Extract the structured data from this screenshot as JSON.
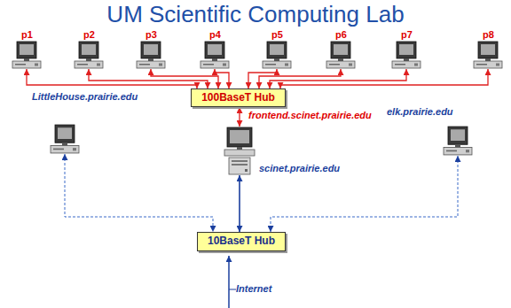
{
  "diagram": {
    "title": "UM Scientific Computing Lab",
    "nodes": [
      {
        "text": [
          "p1"
        ]
      },
      {
        "text": [
          "p2"
        ]
      },
      {
        "text": [
          "p3"
        ]
      },
      {
        "text": [
          "p4"
        ]
      },
      {
        "text": [
          "p5"
        ]
      },
      {
        "text": [
          "p6"
        ]
      },
      {
        "text": [
          "p7"
        ]
      },
      {
        "text": [
          "p8"
        ]
      },
      {
        "text": [
          "100BaseT Hub"
        ]
      },
      {
        "text": [
          "LittleHouse.prairie.edu"
        ]
      },
      {
        "text": [
          "scinet.prairie.edu"
        ]
      },
      {
        "text": [
          "elk.prairie.edu"
        ]
      },
      {
        "text": [
          "10BaseT Hub"
        ]
      }
    ],
    "edges": [
      {
        "from": 0,
        "to": 8,
        "arrow": "both"
      },
      {
        "from": 1,
        "to": 8,
        "arrow": "both"
      },
      {
        "from": 2,
        "to": 8,
        "arrow": "both"
      },
      {
        "from": 3,
        "to": 8,
        "arrow": "both"
      },
      {
        "from": 4,
        "to": 8,
        "arrow": "both"
      },
      {
        "from": 5,
        "to": 8,
        "arrow": "both"
      },
      {
        "from": 6,
        "to": 8,
        "arrow": "both"
      },
      {
        "from": 7,
        "to": 8,
        "arrow": "both"
      },
      {
        "from": 8,
        "to": 10,
        "label": "frontend.scinet.prairie.edu",
        "arrow": "both"
      },
      {
        "from": 10,
        "to": 12,
        "arrow": "both"
      },
      {
        "from": 9,
        "to": 12,
        "arrow": "both"
      },
      {
        "from": 11,
        "to": 12,
        "arrow": "both"
      }
    ],
    "labels": [
      "Internet"
    ]
  }
}
